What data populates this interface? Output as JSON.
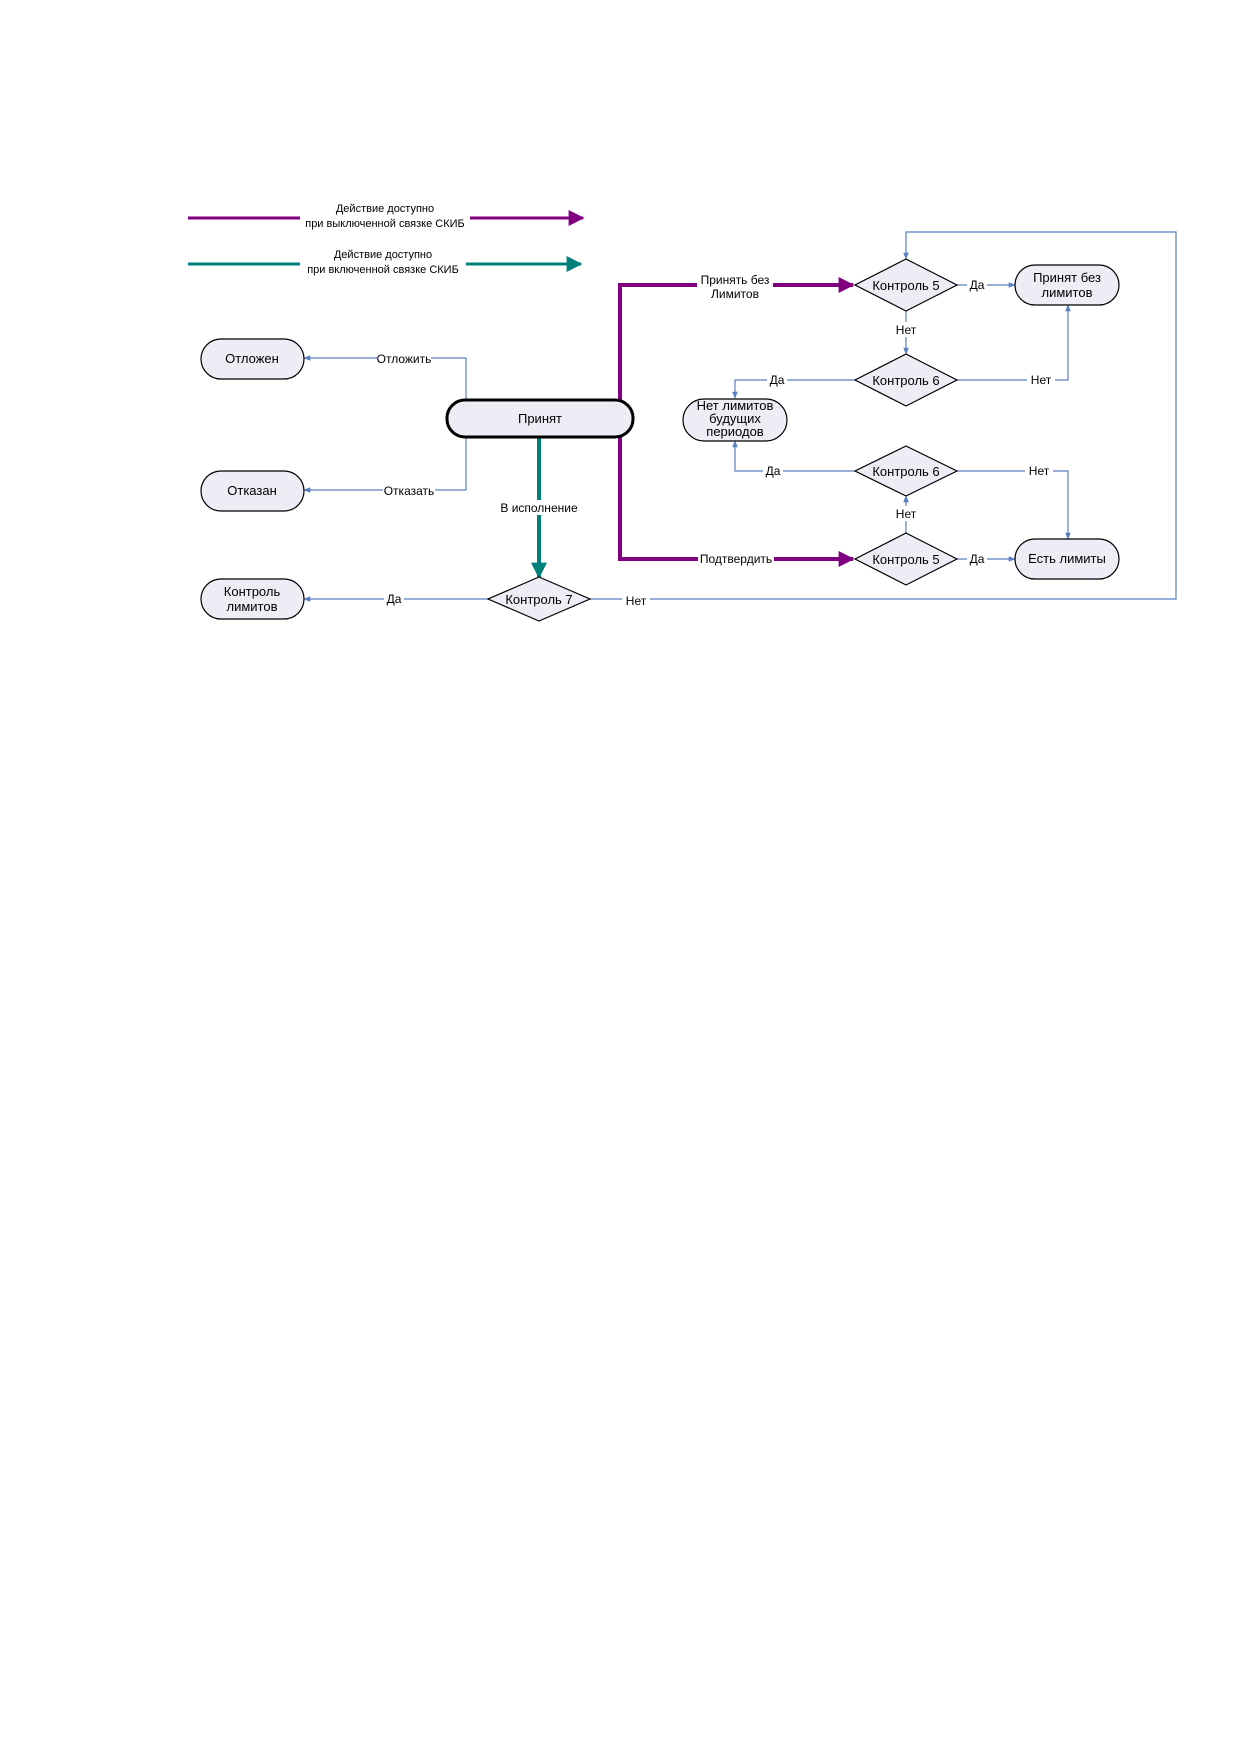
{
  "legend": {
    "disabled": {
      "line1": "Действие доступно",
      "line2": "при выключенной связке СКИБ",
      "color": "#800080"
    },
    "enabled": {
      "line1": "Действие доступно",
      "line2": "при включенной связке СКИБ",
      "color": "#00807a"
    }
  },
  "states": {
    "postponed": "Отложен",
    "rejected": "Отказан",
    "accepted": "Принят",
    "limit_control": {
      "line1": "Контроль",
      "line2": "лимитов"
    },
    "accepted_no_limits": {
      "line1": "Принят без",
      "line2": "лимитов"
    },
    "no_future_limits": {
      "line1": "Нет лимитов",
      "line2": "будущих",
      "line3": "периодов"
    },
    "has_limits": "Есть лимиты"
  },
  "decisions": {
    "control5_top": "Контроль 5",
    "control6_top": "Контроль 6",
    "control6_bottom": "Контроль 6",
    "control5_bottom": "Контроль 5",
    "control7": "Контроль 7"
  },
  "actions": {
    "postpone": "Отложить",
    "reject": "Отказать",
    "execute": "В исполнение",
    "accept_no_limits": {
      "line1": "Принять без",
      "line2": "Лимитов"
    },
    "confirm": "Подтвердить"
  },
  "branches": {
    "c5t_yes": "Да",
    "c5t_no": "Нет",
    "c6t_yes": "Да",
    "c6t_no": "Нет",
    "c6b_yes": "Да",
    "c6b_no": "Нет",
    "c5b_no": "Нет",
    "c5b_yes": "Да",
    "c7_yes": "Да",
    "c7_no": "Нет"
  }
}
